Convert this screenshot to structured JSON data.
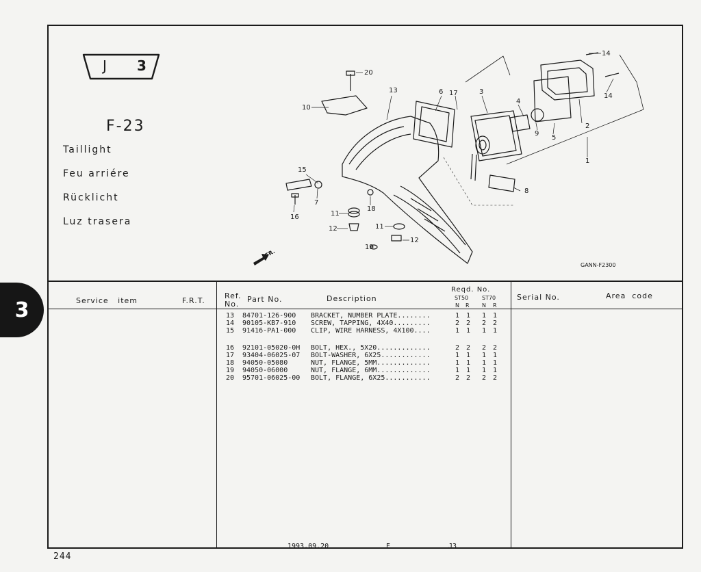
{
  "page": {
    "section_tab": "3",
    "page_number": "244",
    "badge_letter": "J",
    "badge_number": "3",
    "figure_code": "F-23",
    "titles": [
      "Taillight",
      "Feu arriére",
      "Rücklicht",
      "Luz trasera"
    ],
    "drawing_code": "GANN-F2300",
    "direction_label": "FR."
  },
  "callouts": [
    "13",
    "6",
    "17",
    "3",
    "4",
    "14",
    "14",
    "20",
    "10",
    "9",
    "5",
    "2",
    "1",
    "15",
    "7",
    "8",
    "18",
    "11",
    "11",
    "12",
    "12",
    "19",
    "16"
  ],
  "table": {
    "headers": {
      "service_item": "Service   item",
      "frt": "F.R.T.",
      "ref": "Ref.",
      "no": "No.",
      "part_no": "Part No.",
      "description": "Description",
      "reqd": "Reqd. No.",
      "model_1": "ST50",
      "model_2": "ST70",
      "sub_labels": [
        "N",
        "R",
        "N",
        "R"
      ],
      "serial_no": "Serial No.",
      "area_code": "Area  code"
    },
    "rows": [
      {
        "ref": "13",
        "part_no": "84701-126-900",
        "description": "BRACKET, NUMBER PLATE........",
        "qty": [
          "1",
          "1",
          "1",
          "1"
        ]
      },
      {
        "ref": "14",
        "part_no": "90105-KB7-910",
        "description": "SCREW, TAPPING, 4X40.........",
        "qty": [
          "2",
          "2",
          "2",
          "2"
        ]
      },
      {
        "ref": "15",
        "part_no": "91416-PA1-000",
        "description": "CLIP, WIRE HARNESS, 4X100....",
        "qty": [
          "1",
          "1",
          "1",
          "1"
        ]
      },
      {
        "ref": "16",
        "part_no": "92101-05020-0H",
        "description": "BOLT, HEX., 5X20.............",
        "qty": [
          "2",
          "2",
          "2",
          "2"
        ]
      },
      {
        "ref": "17",
        "part_no": "93404-06025-07",
        "description": "BOLT-WASHER, 6X25............",
        "qty": [
          "1",
          "1",
          "1",
          "1"
        ]
      },
      {
        "ref": "18",
        "part_no": "94050-05080",
        "description": "NUT, FLANGE, 5MM.............",
        "qty": [
          "1",
          "1",
          "1",
          "1"
        ]
      },
      {
        "ref": "19",
        "part_no": "94050-06000",
        "description": "NUT, FLANGE, 6MM.............",
        "qty": [
          "1",
          "1",
          "1",
          "1"
        ]
      },
      {
        "ref": "20",
        "part_no": "95701-06025-00",
        "description": "BOLT, FLANGE, 6X25...........",
        "qty": [
          "2",
          "2",
          "2",
          "2"
        ]
      }
    ]
  },
  "footer": {
    "date": "1993.09.20",
    "letter": "E",
    "code": "J3"
  }
}
